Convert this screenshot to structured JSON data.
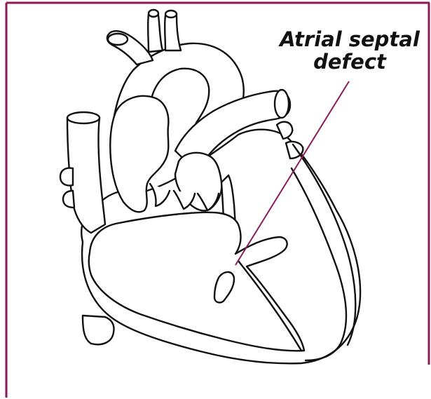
{
  "annotation": {
    "label_line1": "Atrial septal",
    "label_line2": "defect"
  },
  "colors": {
    "frame": "#8a1a5b",
    "leader_line": "#8a1a5b",
    "outline": "#111111",
    "background": "#ffffff"
  },
  "icons": {
    "heart": "heart-illustration"
  }
}
